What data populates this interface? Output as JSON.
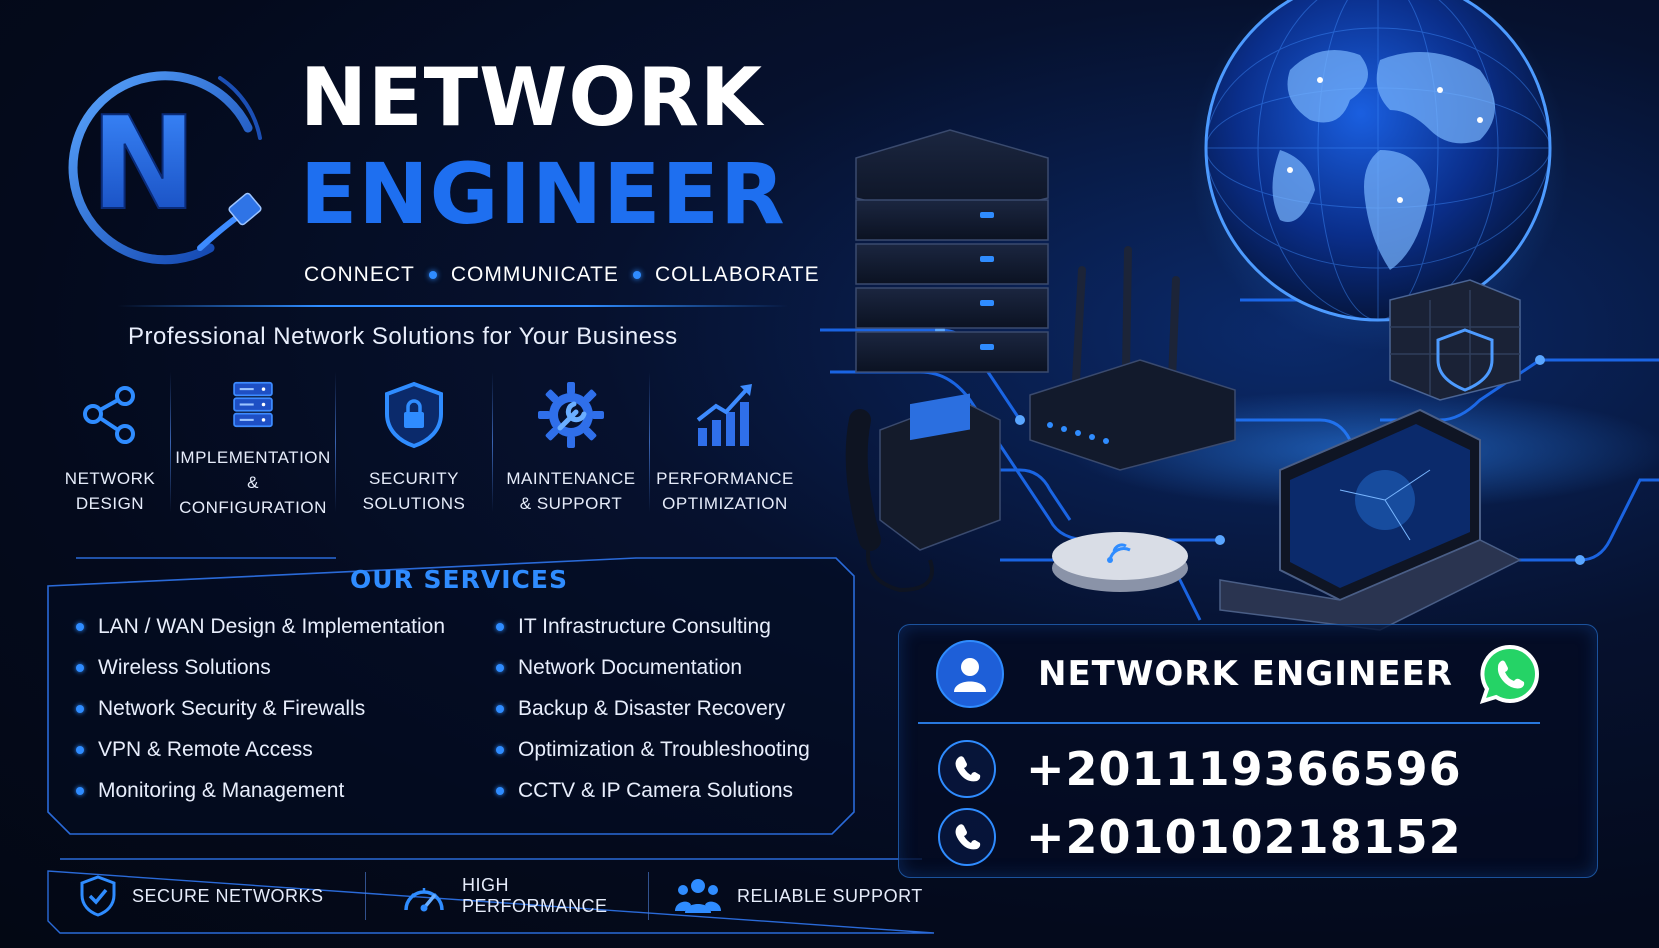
{
  "brand": {
    "title_line1": "NETWORK",
    "title_line2": "ENGINEER",
    "logo_letter": "N",
    "tagline": [
      "CONNECT",
      "COMMUNICATE",
      "COLLABORATE"
    ],
    "subtitle": "Professional Network Solutions for Your Business"
  },
  "features": [
    {
      "label": "NETWORK\nDESIGN",
      "icon": "share-nodes-icon"
    },
    {
      "label": "IMPLEMENTATION\n& CONFIGURATION",
      "icon": "server-rack-icon"
    },
    {
      "label": "SECURITY\nSOLUTIONS",
      "icon": "shield-lock-icon"
    },
    {
      "label": "MAINTENANCE\n& SUPPORT",
      "icon": "gear-wrench-icon"
    },
    {
      "label": "PERFORMANCE\nOPTIMIZATION",
      "icon": "growth-chart-icon"
    }
  ],
  "services": {
    "title": "OUR SERVICES",
    "left": [
      "LAN / WAN Design & Implementation",
      "Wireless Solutions",
      "Network Security & Firewalls",
      "VPN & Remote Access",
      "Monitoring & Management"
    ],
    "right": [
      "IT Infrastructure Consulting",
      "Network Documentation",
      "Backup & Disaster Recovery",
      "Optimization & Troubleshooting",
      "CCTV & IP Camera Solutions"
    ]
  },
  "benefits": [
    {
      "label": "SECURE NETWORKS",
      "icon": "shield-check-icon"
    },
    {
      "label": "HIGH PERFORMANCE",
      "icon": "speedometer-icon"
    },
    {
      "label": "RELIABLE SUPPORT",
      "icon": "team-icon"
    }
  ],
  "contact": {
    "name": "NETWORK ENGINEER",
    "phones": [
      "+201119366596",
      "+201010218152"
    ]
  },
  "colors": {
    "accent": "#1e6ff0",
    "accent_light": "#2f8cff",
    "background": "#040a1c",
    "whatsapp": "#25d366"
  }
}
